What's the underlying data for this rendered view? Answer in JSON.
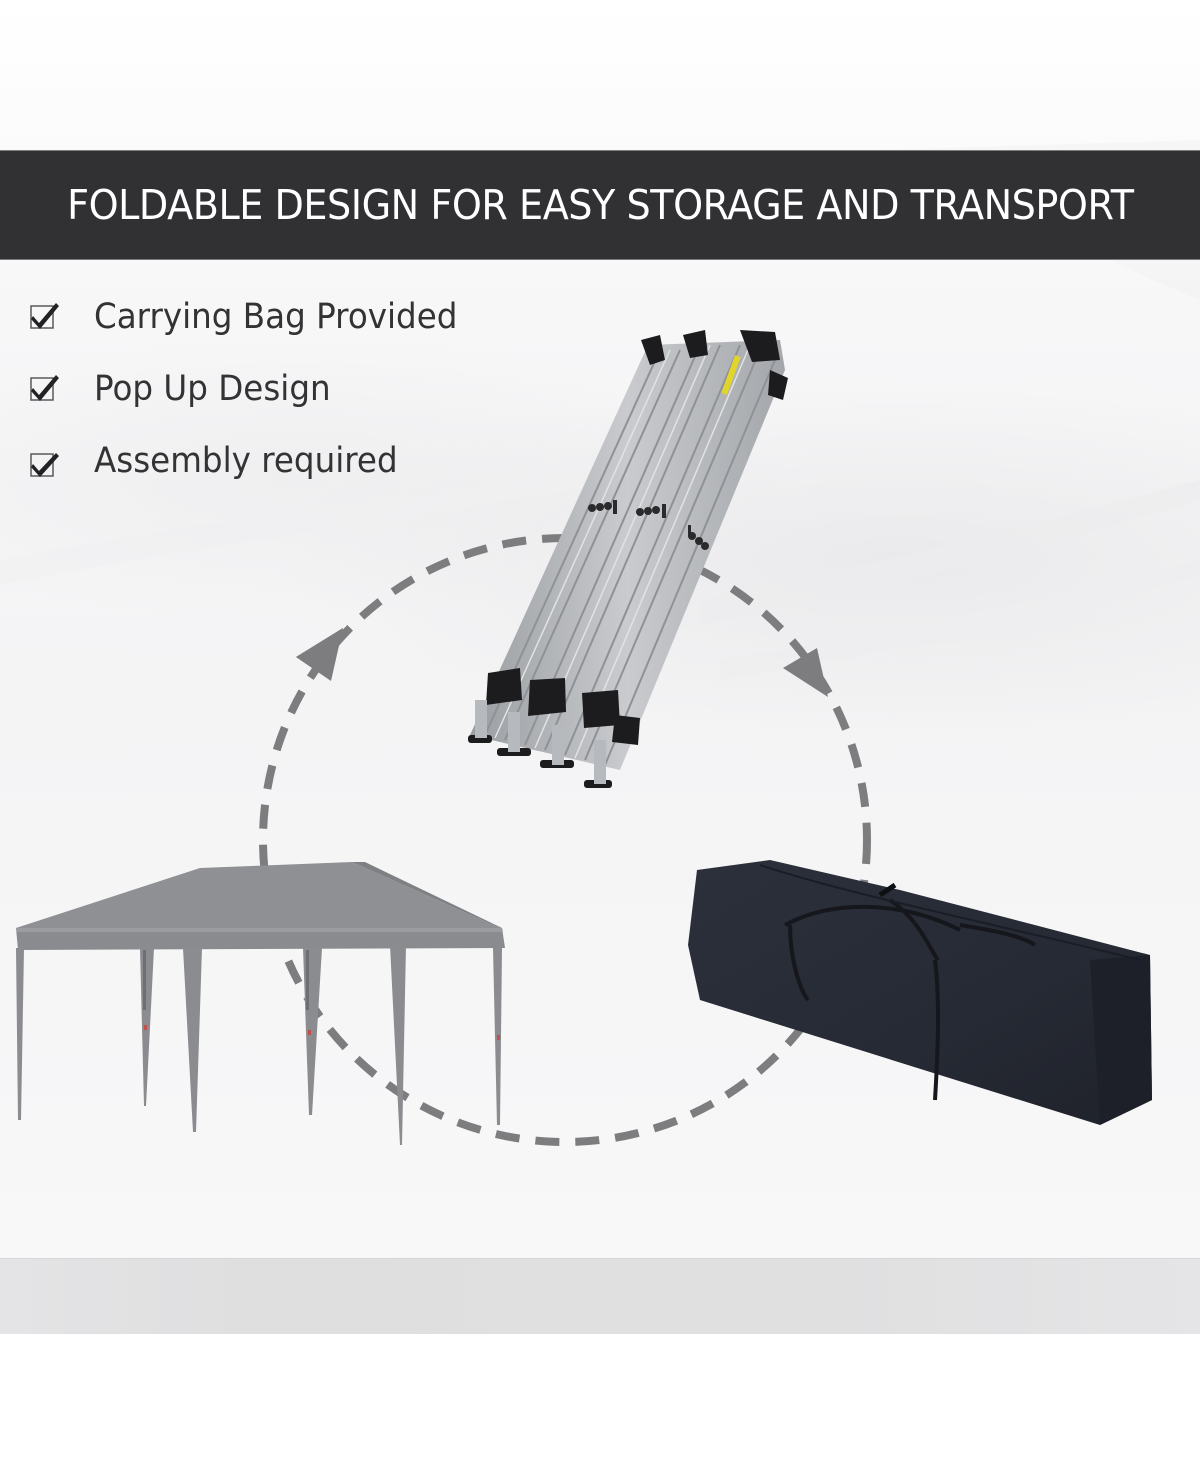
{
  "banner": {
    "title": "FOLDABLE DESIGN FOR EASY STORAGE AND TRANSPORT",
    "background": "#313134",
    "text_color": "#ffffff"
  },
  "features": [
    {
      "icon": "checkbox-checked-icon",
      "label": "Carrying Bag Provided"
    },
    {
      "icon": "checkbox-checked-icon",
      "label": "Pop Up Design"
    },
    {
      "icon": "checkbox-checked-icon",
      "label": "Assembly required"
    }
  ],
  "illustrations": {
    "folded_frame": "folded-frame-image",
    "tent": "tent-image",
    "carry_bag": "carry-bag-image",
    "cycle_arrows": "dashed-cycle-arrows"
  },
  "colors": {
    "tent_fabric": "#8c8e92",
    "bag": "#2b2f3a",
    "frame_metal": "#b9bcc0",
    "frame_joints": "#1c1c1e",
    "arrow": "#7d7d7f",
    "feature_text": "#333335"
  }
}
